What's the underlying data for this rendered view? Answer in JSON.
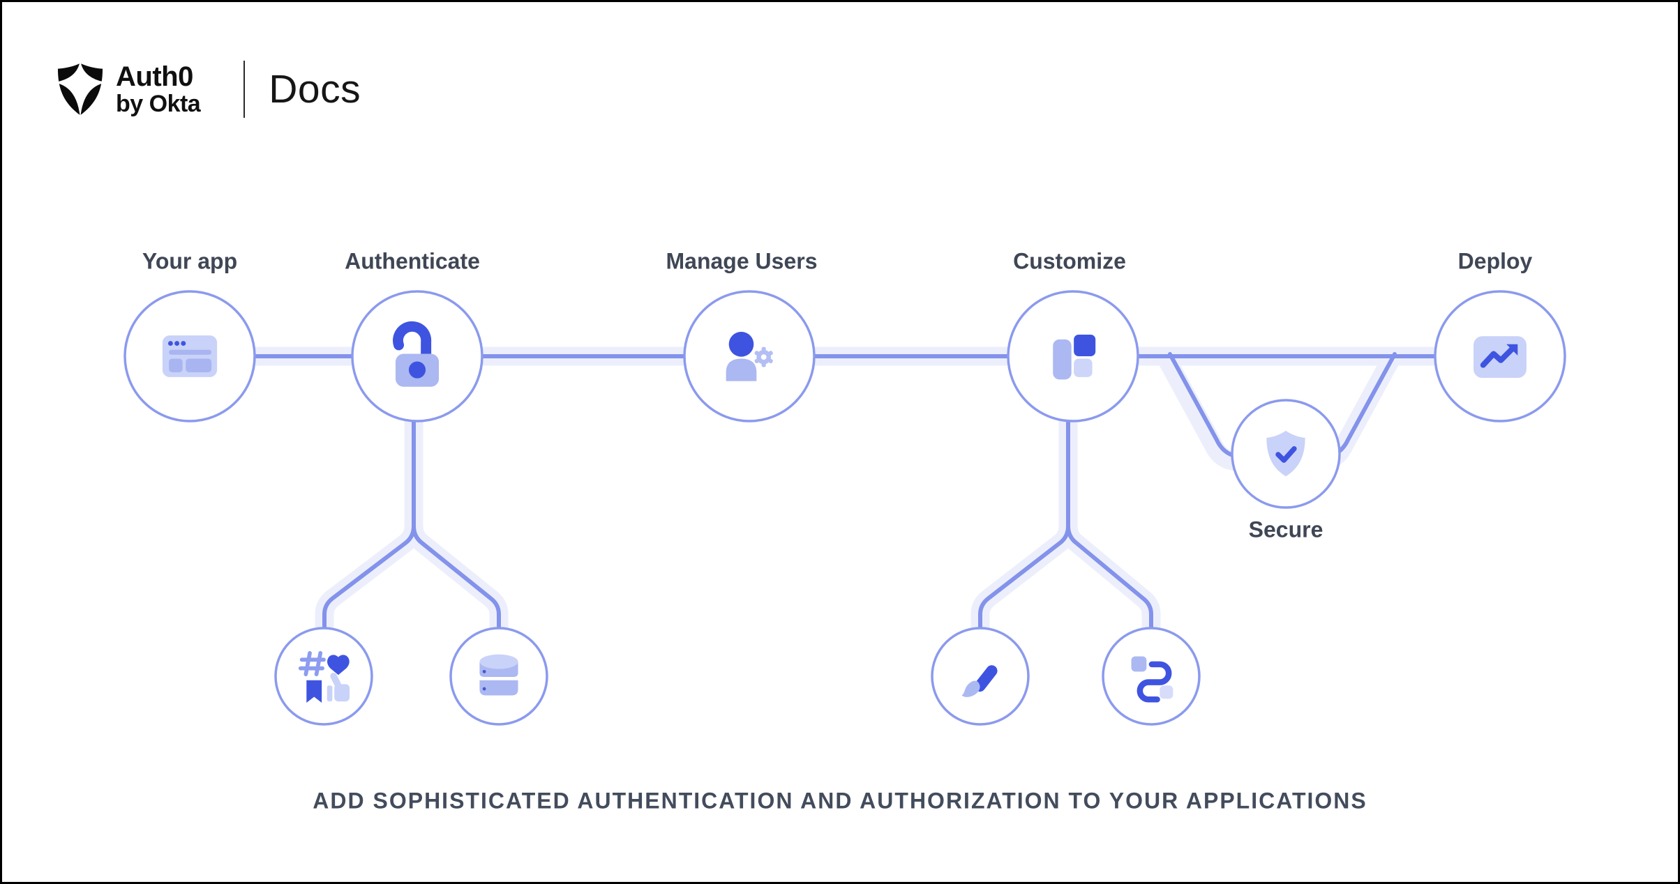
{
  "header": {
    "logo_primary": "Auth0",
    "logo_secondary": "by Okta",
    "product": "Docs"
  },
  "diagram": {
    "nodes": [
      {
        "id": "your-app",
        "label": "Your app",
        "icon": "browser-window-icon"
      },
      {
        "id": "authenticate",
        "label": "Authenticate",
        "icon": "unlock-icon"
      },
      {
        "id": "manage-users",
        "label": "Manage Users",
        "icon": "user-gear-icon"
      },
      {
        "id": "customize",
        "label": "Customize",
        "icon": "layout-blocks-icon"
      },
      {
        "id": "deploy",
        "label": "Deploy",
        "icon": "trending-up-icon"
      },
      {
        "id": "secure",
        "label": "Secure",
        "icon": "shield-check-icon"
      }
    ],
    "sub_nodes": [
      {
        "id": "social-connections",
        "parent": "authenticate",
        "icon": "social-reactions-icon"
      },
      {
        "id": "user-database",
        "parent": "authenticate",
        "icon": "database-icon"
      },
      {
        "id": "branding",
        "parent": "customize",
        "icon": "paintbrush-icon"
      },
      {
        "id": "actions-flow",
        "parent": "customize",
        "icon": "flow-path-icon"
      }
    ]
  },
  "tagline": "ADD SOPHISTICATED AUTHENTICATION AND AUTHORIZATION TO YOUR APPLICATIONS",
  "colors": {
    "accent_strong_blue": "#3E54E0",
    "icon_medium_periwinkle": "#ABB8F2",
    "icon_light_periwinkle": "#C9D2F8",
    "icon_lighter_square": "#D6DCFA",
    "connector_core": "#8392EB",
    "connector_band": "#ECEFFB",
    "circle_stroke": "#8B9AEE",
    "hashtag_blue": "#8D9CEF",
    "label_text": "#3F4655",
    "logo_black": "#101010"
  }
}
